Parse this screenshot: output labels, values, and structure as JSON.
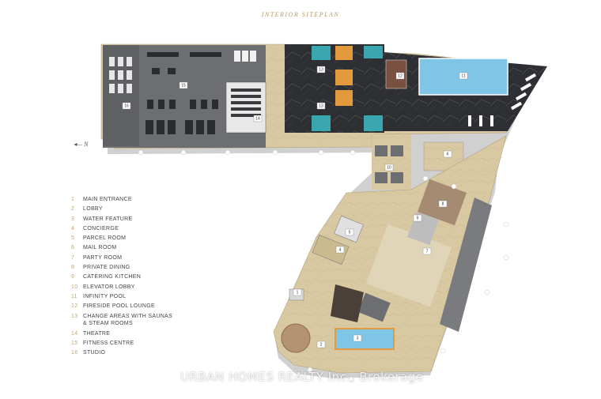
{
  "title": "INTERIOR SITEPLAN",
  "north": "N",
  "legend": [
    {
      "num": "1",
      "label": "MAIN ENTRANCE"
    },
    {
      "num": "2",
      "label": "LOBBY"
    },
    {
      "num": "3",
      "label": "WATER FEATURE"
    },
    {
      "num": "4",
      "label": "CONCIERGE"
    },
    {
      "num": "5",
      "label": "PARCEL ROOM"
    },
    {
      "num": "6",
      "label": "MAIL ROOM"
    },
    {
      "num": "7",
      "label": "PARTY ROOM"
    },
    {
      "num": "8",
      "label": "PRIVATE DINING"
    },
    {
      "num": "9",
      "label": "CATERING KITCHEN"
    },
    {
      "num": "10",
      "label": "ELEVATOR LOBBY"
    },
    {
      "num": "11",
      "label": "INFINITY POOL"
    },
    {
      "num": "12",
      "label": "FIRESIDE POOL LOUNGE"
    },
    {
      "num": "13",
      "label": "CHANGE AREAS WITH SAUNAS & STEAM ROOMS"
    },
    {
      "num": "14",
      "label": "THEATRE"
    },
    {
      "num": "15",
      "label": "FITNESS CENTRE"
    },
    {
      "num": "16",
      "label": "STUDIO"
    }
  ],
  "markers": {
    "m1": "1",
    "m2": "2",
    "m3": "3",
    "m4": "4",
    "m5": "5",
    "m6": "6",
    "m7": "7",
    "m8": "8",
    "m9": "9",
    "m10": "10",
    "m11": "11",
    "m12": "12",
    "m13a": "13",
    "m13b": "13",
    "m14": "14",
    "m15": "15",
    "m16": "16"
  },
  "watermark": "URBAN HOMES REALTY Inc., Brokerage",
  "colors": {
    "accent": "#c4a46a",
    "floor": "#d8c9a2",
    "gym": "#6d6e72",
    "pool": "#7fc6e6",
    "marble": "#2e2f33",
    "wood": "#e39a3c"
  }
}
